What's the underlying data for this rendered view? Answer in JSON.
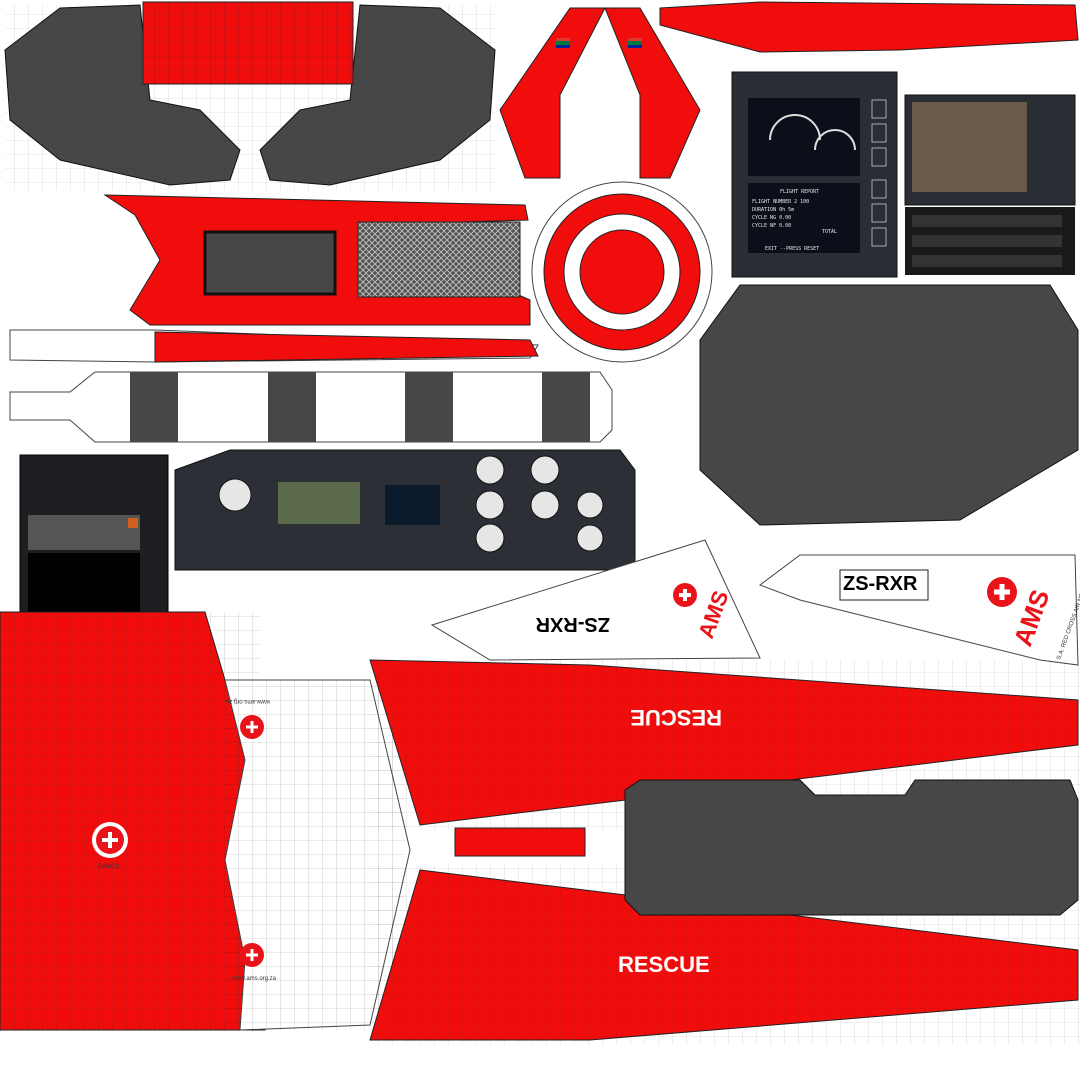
{
  "texture": {
    "colors": {
      "red": "#f20d0d",
      "dark": "#474747",
      "wire": "#222222",
      "white": "#ffffff",
      "panel": "#2a2d33"
    },
    "registration": "ZS-RXR",
    "logo_text": "AMS",
    "logo_subtext": "S.A. RED CROSS AIR MERCY SERVICE",
    "rescue_label": "RESCUE",
    "website": "www.ams.org.za",
    "badge_text": "SAMCS",
    "flight_report": {
      "title": "FLIGHT REPORT",
      "lines": [
        "FLIGHT NUMBER   2 100",
        "DURATION  0h 5m",
        "CYCLE NG  0.00",
        "CYCLE NF  0.00"
      ],
      "side": [
        "TOTAL"
      ],
      "footer": "EXIT   --PRESS RESET"
    },
    "flags": [
      "south-africa-flag",
      "south-africa-flag"
    ]
  }
}
